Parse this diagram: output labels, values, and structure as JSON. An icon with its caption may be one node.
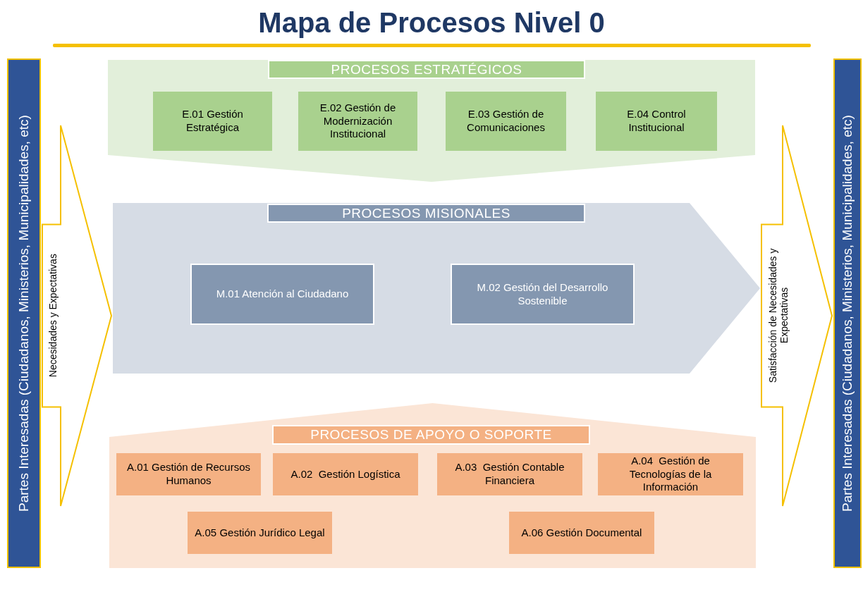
{
  "diagram": {
    "title": "Mapa de Procesos Nivel 0",
    "nodes": [
      {
        "text": [
          "Partes Interesadas (Ciudadanos, Ministerios, Municipalidades, etc)"
        ]
      },
      {
        "text": [
          "PROCESOS ESTRATÉGICOS"
        ]
      },
      {
        "text": [
          "E.01 Gestión Estratégica"
        ],
        "in": 1
      },
      {
        "text": [
          "E.02 Gestión de Modernización Institucional"
        ],
        "in": 1
      },
      {
        "text": [
          "E.03 Gestión de Comunicaciones"
        ],
        "in": 1
      },
      {
        "text": [
          "E.04 Control Institucional"
        ],
        "in": 1
      },
      {
        "text": [
          "PROCESOS MISIONALES"
        ]
      },
      {
        "text": [
          "M.01 Atención al Ciudadano"
        ],
        "in": 6
      },
      {
        "text": [
          "M.02 Gestión del Desarrollo Sostenible"
        ],
        "in": 6
      },
      {
        "text": [
          "PROCESOS DE APOYO O SOPORTE"
        ]
      },
      {
        "text": [
          "A.01 Gestión de Recursos Humanos"
        ],
        "in": 9
      },
      {
        "text": [
          "A.02  Gestión Logística"
        ],
        "in": 9
      },
      {
        "text": [
          "A.03  Gestión Contable Financiera"
        ],
        "in": 9
      },
      {
        "text": [
          "A.04  Gestión de Tecnologías de la Información"
        ],
        "in": 9
      },
      {
        "text": [
          "A.05 Gestión Jurídico Legal"
        ],
        "in": 9
      },
      {
        "text": [
          "A.06 Gestión Documental"
        ],
        "in": 9
      },
      {
        "text": [
          "Partes Interesadas (Ciudadanos, Ministerios, Municipalidades, etc)"
        ]
      }
    ],
    "edges": [
      {
        "from": 0,
        "to": 6,
        "arrow": "to",
        "label": "Necesidades y Expectativas"
      },
      {
        "from": 6,
        "to": 16,
        "arrow": "to",
        "label": "Satisfacción de Necesidades y Expectativas"
      }
    ]
  }
}
